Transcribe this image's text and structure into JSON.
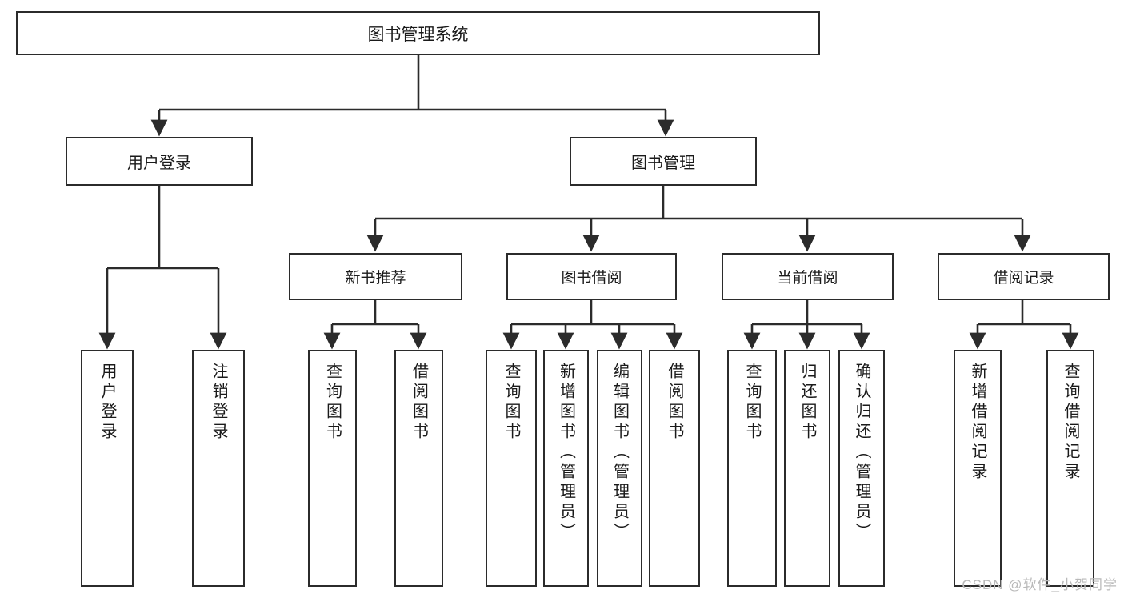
{
  "diagram": {
    "title": "图书管理系统",
    "type": "functional-structure-tree",
    "root": {
      "id": "root",
      "label": "图书管理系统"
    },
    "level2": [
      {
        "id": "user-login",
        "label": "用户登录"
      },
      {
        "id": "book-manage",
        "label": "图书管理"
      }
    ],
    "level3": [
      {
        "id": "new-book-recommend",
        "label": "新书推荐",
        "parent": "book-manage"
      },
      {
        "id": "book-borrow",
        "label": "图书借阅",
        "parent": "book-manage"
      },
      {
        "id": "current-borrow",
        "label": "当前借阅",
        "parent": "book-manage"
      },
      {
        "id": "borrow-record",
        "label": "借阅记录",
        "parent": "book-manage"
      }
    ],
    "leaves": [
      {
        "id": "leaf-user-login",
        "label": "用户登录",
        "parent": "user-login"
      },
      {
        "id": "leaf-logout-login",
        "label": "注销登录",
        "parent": "user-login"
      },
      {
        "id": "leaf-query-book-1",
        "label": "查询图书",
        "parent": "new-book-recommend"
      },
      {
        "id": "leaf-borrow-book-1",
        "label": "借阅图书",
        "parent": "new-book-recommend"
      },
      {
        "id": "leaf-query-book-2",
        "label": "查询图书",
        "parent": "book-borrow"
      },
      {
        "id": "leaf-add-book",
        "label": "新增图书（管理员）",
        "parent": "book-borrow"
      },
      {
        "id": "leaf-edit-book",
        "label": "编辑图书（管理员）",
        "parent": "book-borrow"
      },
      {
        "id": "leaf-borrow-book-2",
        "label": "借阅图书",
        "parent": "book-borrow"
      },
      {
        "id": "leaf-query-book-3",
        "label": "查询图书",
        "parent": "current-borrow"
      },
      {
        "id": "leaf-return-book",
        "label": "归还图书",
        "parent": "current-borrow"
      },
      {
        "id": "leaf-confirm-return",
        "label": "确认归还（管理员）",
        "parent": "current-borrow"
      },
      {
        "id": "leaf-add-record",
        "label": "新增借阅记录",
        "parent": "borrow-record"
      },
      {
        "id": "leaf-query-record",
        "label": "查询借阅记录",
        "parent": "borrow-record"
      }
    ],
    "colors": {
      "stroke": "#2b2b2b",
      "fill": "#ffffff",
      "text": "#1a1a1a",
      "watermark": "#b9b9b9"
    }
  },
  "watermark": {
    "text": "CSDN @软件_小贺同学"
  }
}
